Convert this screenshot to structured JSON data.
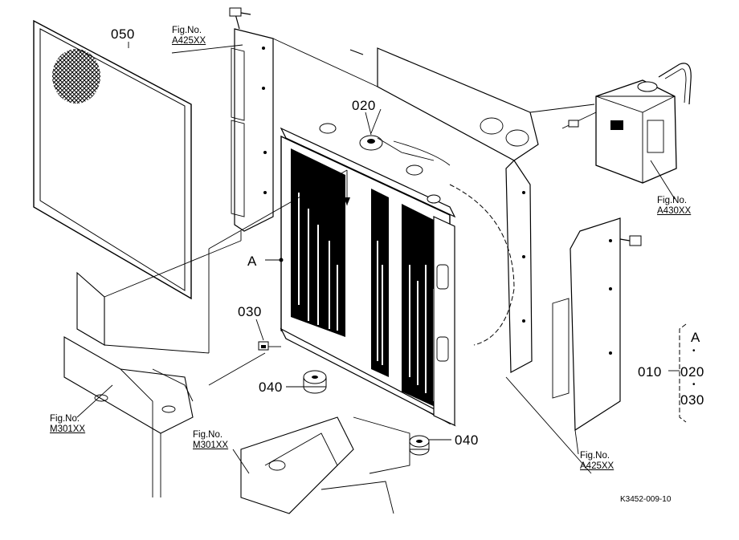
{
  "diagram": {
    "part_labels": {
      "p050": "050",
      "p020": "020",
      "pA": "A",
      "p030": "030",
      "p040a": "040",
      "p040b": "040",
      "p010": "010"
    },
    "fig_refs": {
      "fig1": {
        "line1": "Fig.No.",
        "line2": "A425XX"
      },
      "fig2": {
        "line1": "Fig.No.",
        "line2": "A430XX"
      },
      "fig3": {
        "line1": "Fig.No.",
        "line2": "M301XX"
      },
      "fig4": {
        "line1": "Fig.No.",
        "line2": "M301XX"
      },
      "fig5": {
        "line1": "Fig.No.",
        "line2": "A425XX"
      }
    },
    "assembly_group": {
      "items": [
        "A",
        "020",
        "030"
      ],
      "dot": "•"
    },
    "drawing_code": "K3452-009-10"
  }
}
